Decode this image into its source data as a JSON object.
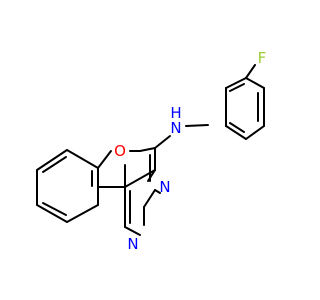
{
  "molecule": {
    "atoms": {
      "fluorine": {
        "symbol": "F",
        "color": "#9acd32"
      },
      "nh_nitrogen": {
        "symbol": "N",
        "color": "#0000ff"
      },
      "nh_hydrogen": {
        "symbol": "H",
        "color": "#0000ff"
      },
      "ring_oxygen": {
        "symbol": "O",
        "color": "#ff0000"
      },
      "pyrimidine_n3": {
        "symbol": "N",
        "color": "#0000ff"
      },
      "pyrimidine_n1": {
        "symbol": "N",
        "color": "#0000ff"
      }
    },
    "bond_color": "#000000"
  }
}
